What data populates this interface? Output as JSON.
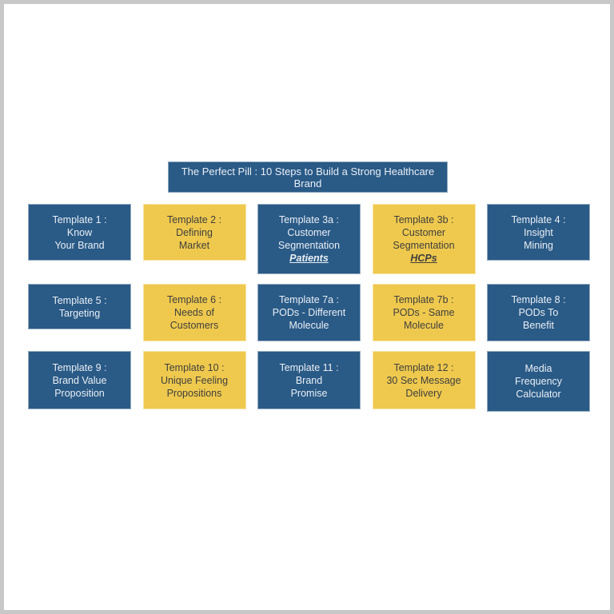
{
  "colors": {
    "blue": "#2a5a86",
    "yellow": "#efc94d",
    "blue_text": "#e9eff6",
    "yellow_text": "#3f3f3f",
    "frame_border": "#c8c8c8"
  },
  "title_banner": {
    "text": "The Perfect Pill : 10 Steps to Build a Strong Healthcare Brand"
  },
  "grid": {
    "rows": [
      {
        "boxes": [
          {
            "id": "template-1",
            "color": "blue",
            "label_lines": [
              "Template 1 :",
              "Know",
              "Your Brand"
            ]
          },
          {
            "id": "template-2",
            "color": "yellow",
            "label_lines": [
              "Template 2 :",
              "Defining",
              "Market"
            ]
          },
          {
            "id": "template-3a",
            "color": "blue",
            "label_lines": [
              "Template 3a :",
              "Customer",
              "Segmentation"
            ],
            "emphasis": "Patients"
          },
          {
            "id": "template-3b",
            "color": "yellow",
            "label_lines": [
              "Template 3b :",
              "Customer",
              "Segmentation"
            ],
            "emphasis": "HCPs"
          },
          {
            "id": "template-4",
            "color": "blue",
            "label_lines": [
              "Template 4 :",
              "Insight",
              "Mining"
            ]
          }
        ]
      },
      {
        "boxes": [
          {
            "id": "template-5",
            "color": "blue",
            "label_lines": [
              "Template 5 :",
              "Targeting"
            ]
          },
          {
            "id": "template-6",
            "color": "yellow",
            "label_lines": [
              "Template 6 :",
              "Needs of",
              "Customers"
            ]
          },
          {
            "id": "template-7a",
            "color": "blue",
            "label_lines": [
              "Template 7a :",
              "PODs - Different",
              "Molecule"
            ]
          },
          {
            "id": "template-7b",
            "color": "yellow",
            "label_lines": [
              "Template 7b :",
              "PODs - Same",
              "Molecule"
            ]
          },
          {
            "id": "template-8",
            "color": "blue",
            "label_lines": [
              "Template 8 :",
              "PODs To",
              "Benefit"
            ]
          }
        ]
      },
      {
        "boxes": [
          {
            "id": "template-9",
            "color": "blue",
            "label_lines": [
              "Template 9 :",
              "Brand Value",
              "Proposition"
            ]
          },
          {
            "id": "template-10",
            "color": "yellow",
            "label_lines": [
              "Template 10 :",
              "Unique Feeling",
              "Propositions"
            ]
          },
          {
            "id": "template-11",
            "color": "blue",
            "label_lines": [
              "Template 11 :",
              "Brand",
              "Promise"
            ]
          },
          {
            "id": "template-12",
            "color": "yellow",
            "label_lines": [
              "Template 12 :",
              "30 Sec Message",
              "Delivery"
            ]
          },
          {
            "id": "media-frequency-calculator",
            "color": "blue",
            "label_lines": [
              "Media",
              "Frequency",
              "Calculator"
            ]
          }
        ]
      }
    ]
  }
}
